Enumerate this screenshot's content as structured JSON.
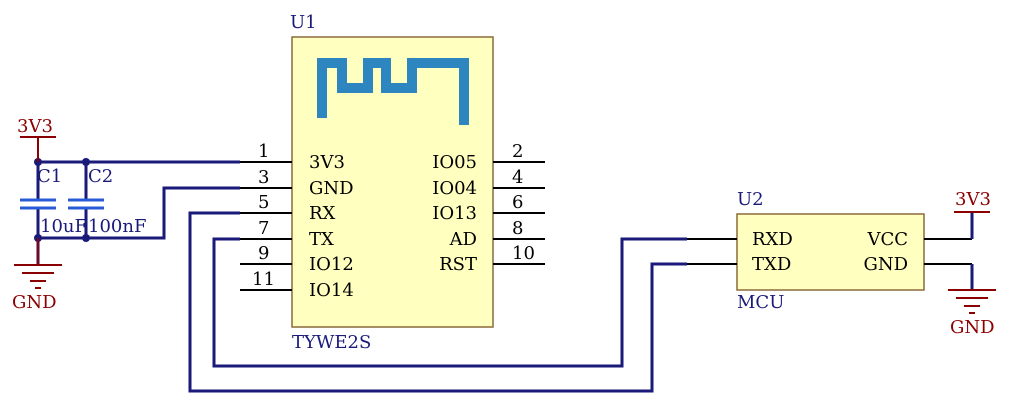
{
  "u1": {
    "designator": "U1",
    "part": "TYWE2S",
    "left_pins": [
      {
        "num": "1",
        "name": "3V3"
      },
      {
        "num": "3",
        "name": "GND"
      },
      {
        "num": "5",
        "name": "RX"
      },
      {
        "num": "7",
        "name": "TX"
      },
      {
        "num": "9",
        "name": "IO12"
      },
      {
        "num": "11",
        "name": "IO14"
      }
    ],
    "right_pins": [
      {
        "num": "2",
        "name": "IO05"
      },
      {
        "num": "4",
        "name": "IO04"
      },
      {
        "num": "6",
        "name": "IO13"
      },
      {
        "num": "8",
        "name": "AD"
      },
      {
        "num": "10",
        "name": "RST"
      }
    ]
  },
  "u2": {
    "designator": "U2",
    "part": "MCU",
    "left_pins": [
      "RXD",
      "TXD"
    ],
    "right_pins": [
      "VCC",
      "GND"
    ]
  },
  "caps": [
    {
      "ref": "C1",
      "value": "10uF"
    },
    {
      "ref": "C2",
      "value": "100nF"
    }
  ],
  "power": {
    "left_vcc": "3V3",
    "left_gnd": "GND",
    "right_vcc": "3V3",
    "right_gnd": "GND"
  },
  "colors": {
    "wire": "#1a1a7a",
    "power": "#8b0000",
    "capacitor": "#2a5bd7",
    "module_fill": "#ffffc0",
    "antenna": "#2e86c1"
  }
}
